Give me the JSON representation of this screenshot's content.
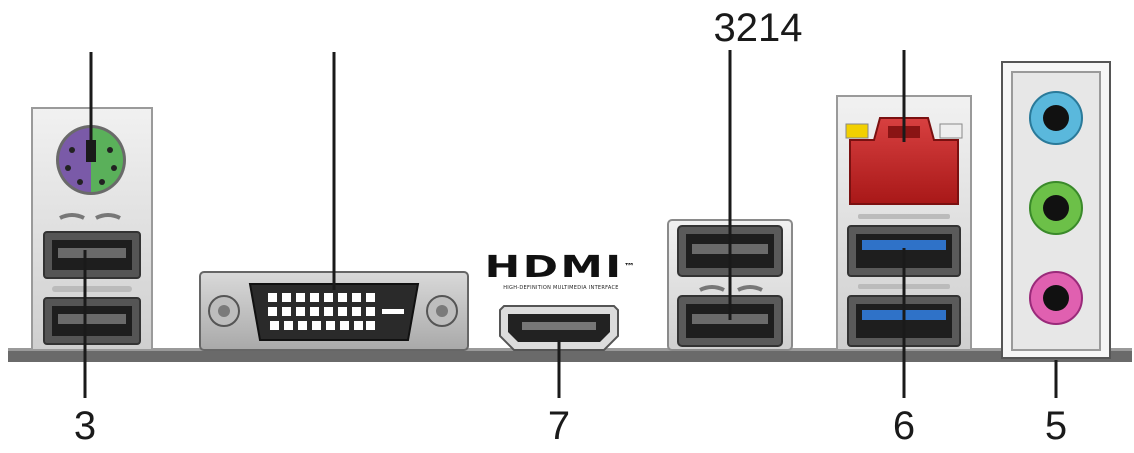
{
  "callouts": {
    "top_usb": "3214",
    "ps2_usb_bottom": "3",
    "hdmi": "7",
    "lan_usb3": "6",
    "audio": "5"
  },
  "hdmi_logo": {
    "wordmark": "HDMI",
    "trademark": "™",
    "tagline": "HIGH-DEFINITION MULTIMEDIA INTERFACE"
  },
  "colors": {
    "ps2_keyboard": "#7a5aa8",
    "ps2_mouse": "#5ab05a",
    "lan_jack": "#c42a2a",
    "lan_led_left": "#f2d000",
    "lan_led_right": "#eeeeee",
    "usb3_tongue": "#2f72c8",
    "audio_line_in": "#5ab8dc",
    "audio_line_out": "#6cc048",
    "audio_mic": "#e060b0",
    "board_edge": "#555555"
  }
}
